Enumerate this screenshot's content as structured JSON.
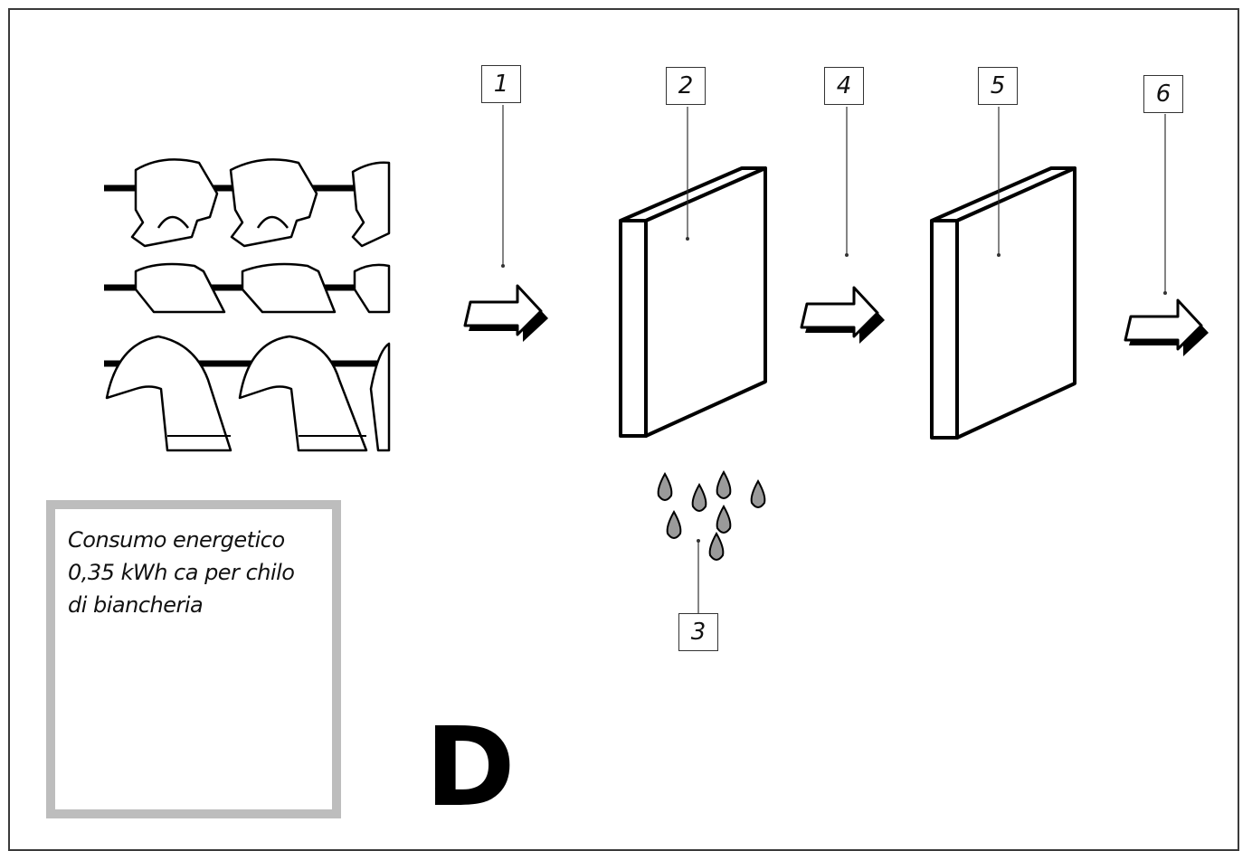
{
  "labels": {
    "l1": "1",
    "l2": "2",
    "l3": "3",
    "l4": "4",
    "l5": "5",
    "l6": "6"
  },
  "info_box": {
    "text": "Consumo energetico\n0,35 kWh ca per chilo\ndi biancheria"
  },
  "big_letter": "D",
  "icons": {
    "garments": "hanging-laundry-icon",
    "arrow": "right-arrow-icon",
    "filter": "filter-panel-icon",
    "drops": "water-drop-icon"
  },
  "colors": {
    "frame": "#3a3a3a",
    "box_border": "#bdbdbd",
    "drop_fill": "#9a9a9a"
  }
}
